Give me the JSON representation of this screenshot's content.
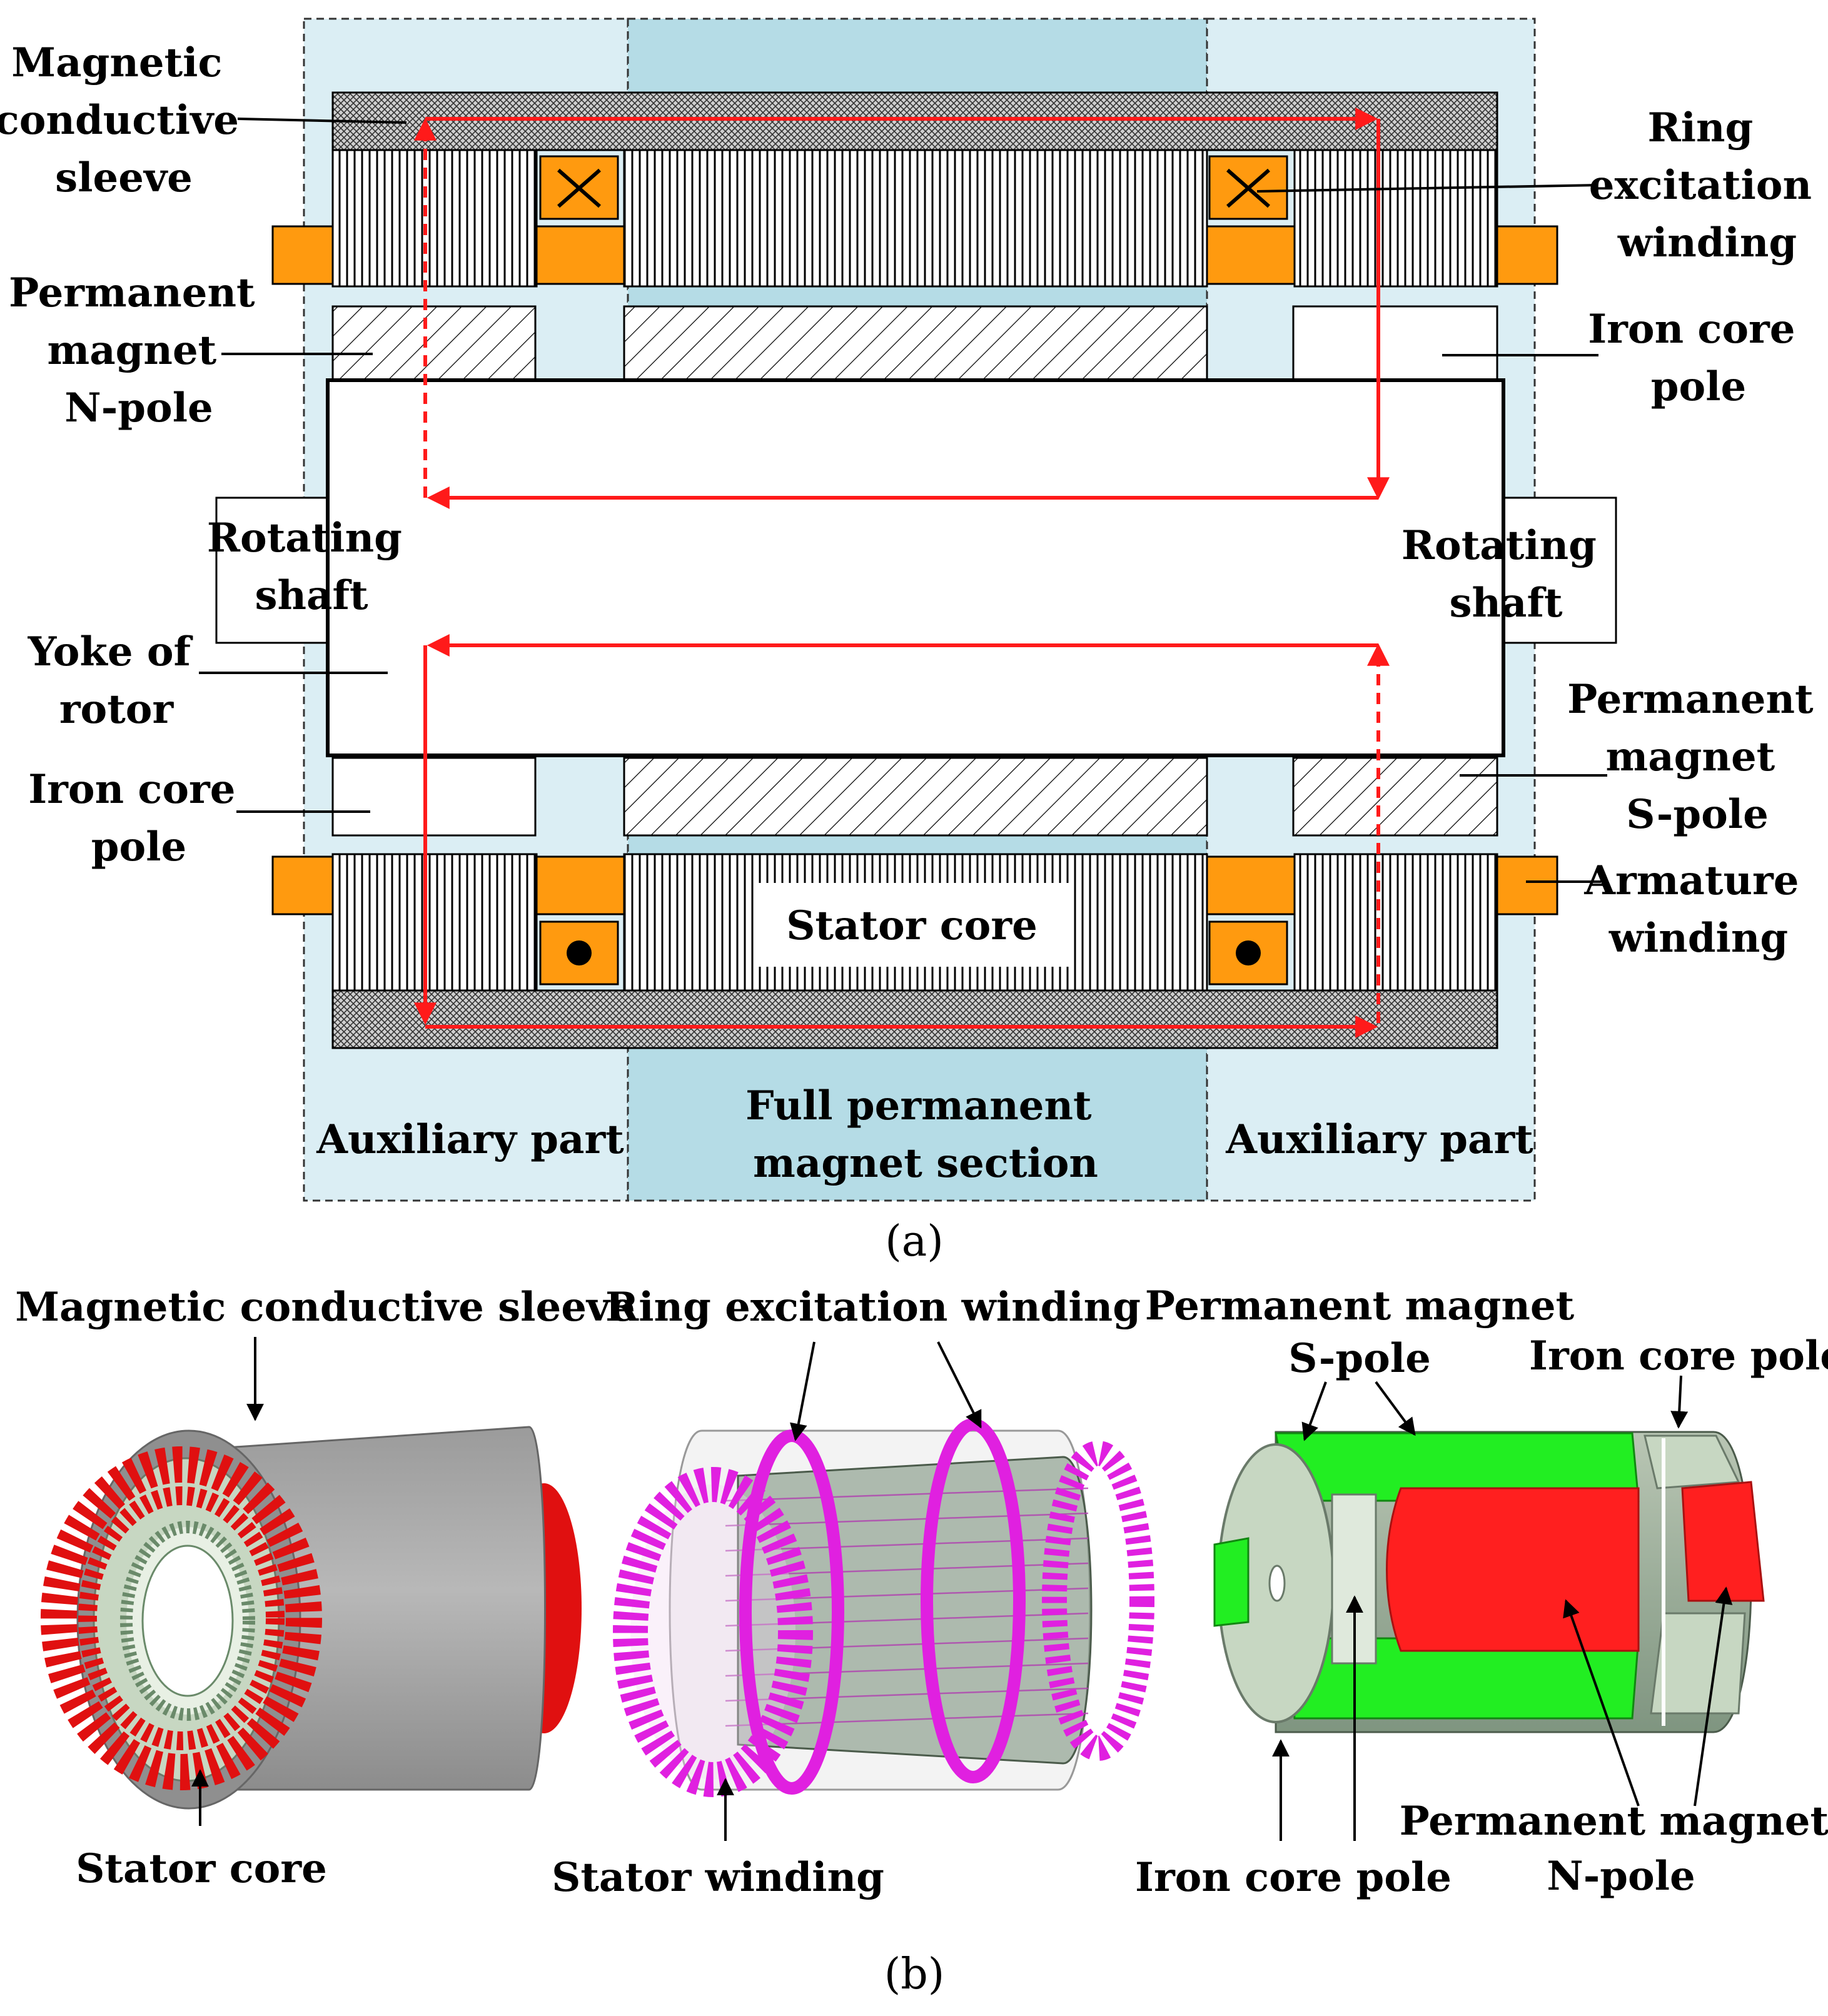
{
  "figure_a": {
    "caption": "(a)",
    "labels": {
      "magnetic_sleeve": [
        "Magnetic",
        "conductive",
        "sleeve"
      ],
      "ring_excitation": [
        "Ring",
        "excitation",
        "winding"
      ],
      "pm_n_pole": [
        "Permanent",
        "magnet",
        "N-pole"
      ],
      "iron_core_pole_right": [
        "Iron core",
        "pole"
      ],
      "rotating_shaft_left": [
        "Rotating",
        "shaft"
      ],
      "rotating_shaft_right": [
        "Rotating",
        "shaft"
      ],
      "yoke_of_rotor": [
        "Yoke of",
        "rotor"
      ],
      "pm_s_pole": [
        "Permanent",
        "magnet",
        "S-pole"
      ],
      "iron_core_pole_left": [
        "Iron core",
        "pole"
      ],
      "armature_winding": [
        "Armature",
        "winding"
      ],
      "stator_core": "Stator core",
      "auxiliary_left": "Auxiliary part",
      "full_pm_section": [
        "Full permanent",
        "magnet section"
      ],
      "auxiliary_right": "Auxiliary part"
    }
  },
  "figure_b": {
    "caption": "(b)",
    "labels": {
      "magnetic_sleeve": "Magnetic conductive sleeve",
      "ring_excitation": "Ring excitation winding",
      "permanent_magnet": "Permanent magnet",
      "s_pole": "S-pole",
      "iron_core_pole_top": "Iron core pole",
      "stator_core": "Stator core",
      "stator_winding": "Stator winding",
      "iron_core_pole_bottom": "Iron core pole",
      "pm_n_pole": [
        "Permanent magnet",
        "N-pole"
      ]
    }
  },
  "colors": {
    "aux_region": "#dbeef4",
    "center_region": "#b5dce6",
    "winding_orange": "#ff9a0f",
    "flux_red": "#ff1a1a",
    "winding_red": "#e01010",
    "winding_magenta": "#e020e0",
    "pm_green": "#22ee22",
    "pm_red": "#ff1f1f",
    "iron_gray_green": "#c7d7c2",
    "sleeve_gray": "#a9a9a9"
  }
}
